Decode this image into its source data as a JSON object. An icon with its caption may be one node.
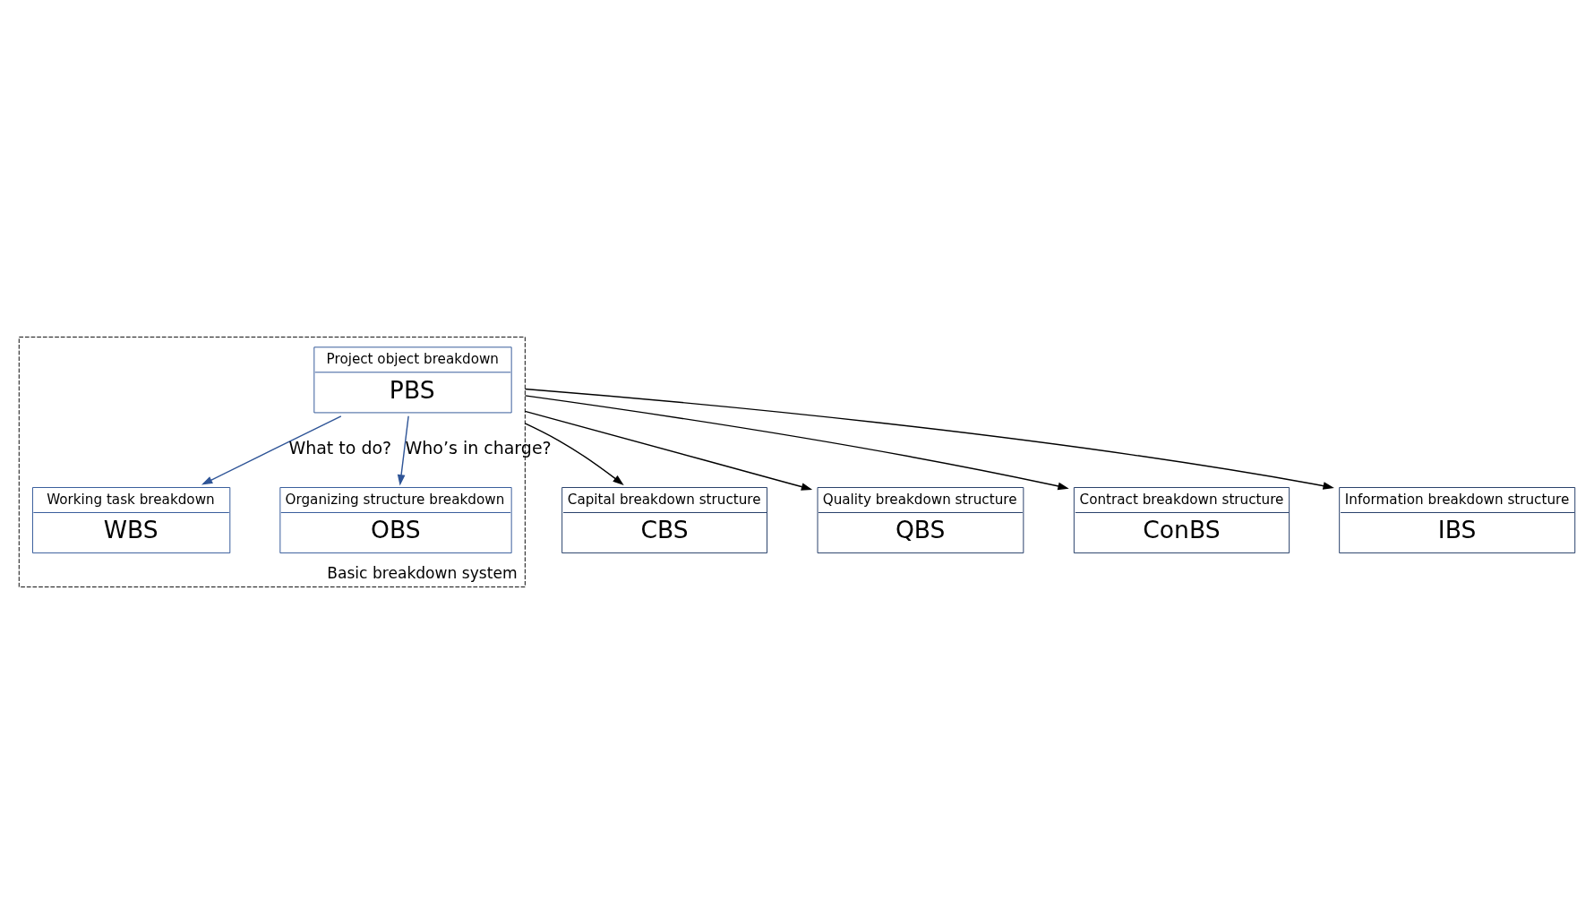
{
  "diagram": {
    "nodes": [
      {
        "text": [
          "Basic breakdown system"
        ]
      },
      {
        "text": [
          "Project object breakdown",
          "PBS"
        ],
        "in": 0
      },
      {
        "text": [
          "Working task breakdown",
          "WBS"
        ],
        "in": 0
      },
      {
        "text": [
          "Organizing structure breakdown",
          "OBS"
        ],
        "in": 0
      },
      {
        "text": [
          "Capital breakdown structure",
          "CBS"
        ]
      },
      {
        "text": [
          "Quality breakdown structure",
          "QBS"
        ]
      },
      {
        "text": [
          "Contract breakdown structure",
          "ConBS"
        ]
      },
      {
        "text": [
          "Information breakdown structure",
          "IBS"
        ]
      }
    ],
    "edges": [
      {
        "from": 1,
        "to": 2,
        "arrow": "to",
        "label": "What to do?",
        "color": "#2f5597"
      },
      {
        "from": 1,
        "to": 3,
        "arrow": "to",
        "label": "Who’s in charge?",
        "color": "#2f5597"
      },
      {
        "from": 0,
        "to": 4,
        "arrow": "to"
      },
      {
        "from": 0,
        "to": 5,
        "arrow": "to"
      },
      {
        "from": 0,
        "to": 6,
        "arrow": "to"
      },
      {
        "from": 0,
        "to": 7,
        "arrow": "to"
      }
    ]
  }
}
